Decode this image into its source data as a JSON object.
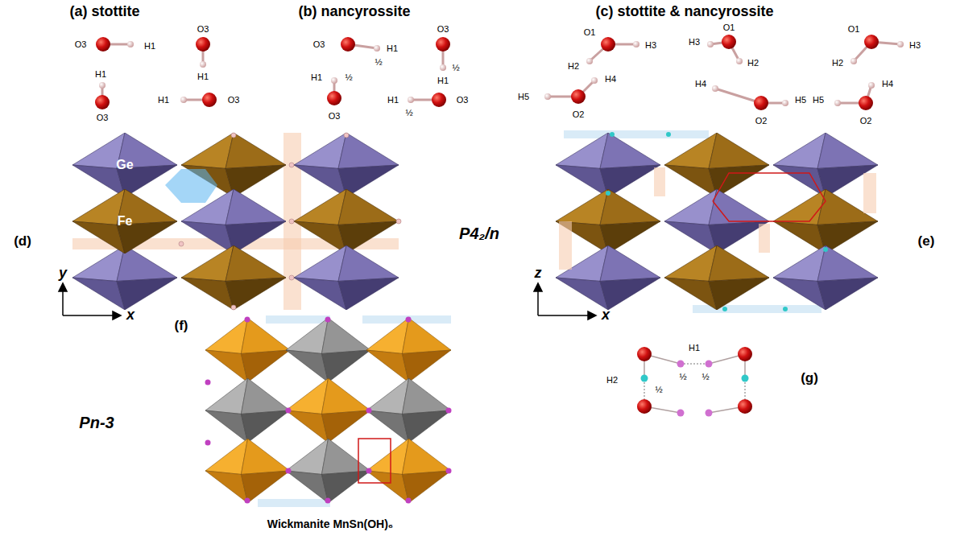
{
  "diagram": {
    "nodes": [
      {
        "text": [
          "Ge"
        ]
      },
      {
        "text": [
          "Fe"
        ]
      }
    ],
    "labels": [
      "(a) stottite",
      "(b) nancyrossite",
      "(c) stottite & nancyrossite",
      "O3",
      "H1",
      "O3",
      "H1",
      "H1",
      "O3",
      "H1",
      "O3",
      "O3",
      "H1",
      "½",
      "O3",
      "H1",
      "½",
      "H1",
      "½",
      "O3",
      "H1",
      "½",
      "O3",
      "O1",
      "H3",
      "H2",
      "H4",
      "H5",
      "O2",
      "H3",
      "O1",
      "H2",
      "H4",
      "O2",
      "H5",
      "H5",
      "O1",
      "H3",
      "H2",
      "H4",
      "O2",
      "(d)",
      "y",
      "x",
      "P4₂/n",
      "z",
      "x",
      "(e)",
      "(f)",
      "Pn-3",
      "Wickmanite MnSn(OH)₆",
      "H1",
      "½",
      "½",
      "H2",
      "½",
      "(g)"
    ]
  }
}
